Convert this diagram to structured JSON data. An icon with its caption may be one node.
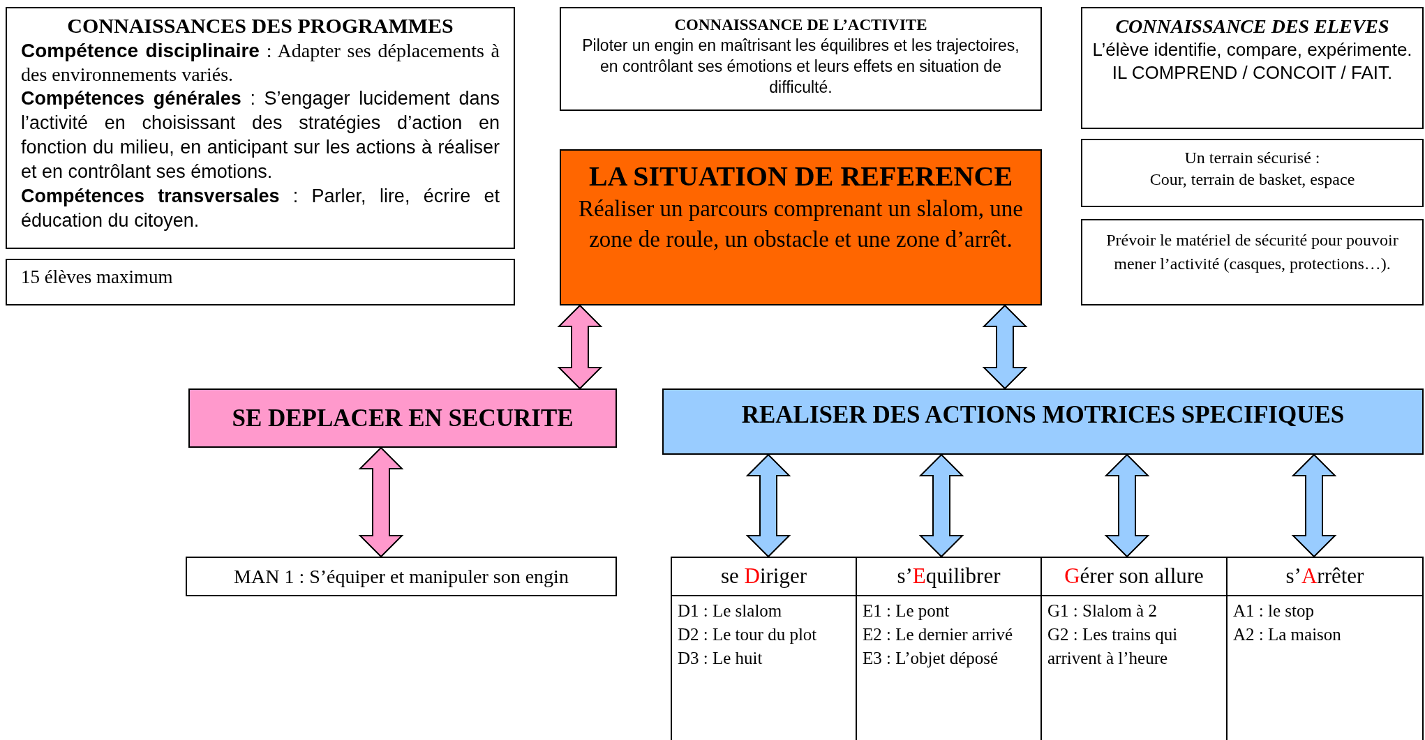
{
  "diagram": {
    "nodes": [
      {
        "text": [
          "CONNAISSANCES DES PROGRAMMES",
          "**Compétence disciplinaire** : Adapter ses déplacements à des environnements variés.",
          "**Compétences générales** : S’engager lucidement dans l’activité en choisissant des stratégies d’action en fonction du milieu, en anticipant sur les actions à réaliser et en contrôlant ses émotions.",
          "**Compétences transversales** : Parler, lire, écrire et éducation du citoyen."
        ]
      },
      {
        "text": [
          "15 élèves maximum"
        ]
      },
      {
        "text": [
          "CONNAISSANCE DE L’ACTIVITE",
          "Piloter un engin en maîtrisant les équilibres et les trajectoires, en contrôlant ses émotions et leurs effets en situation de difficulté."
        ]
      },
      {
        "text": [
          "CONNAISSANCE DES ELEVES",
          "L’élève identifie, compare, expérimente.",
          "IL COMPREND / CONCOIT / FAIT."
        ]
      },
      {
        "text": [
          "LA SITUATION DE REFERENCE",
          "Réaliser un parcours comprenant un slalom, une zone de roule, un obstacle et une zone d’arrêt."
        ]
      },
      {
        "text": [
          "Un terrain sécurisé :",
          "Cour, terrain de basket, espace"
        ]
      },
      {
        "text": [
          "Prévoir le matériel de sécurité pour pouvoir mener l’activité (casques, protections…)."
        ]
      },
      {
        "text": [
          "SE DEPLACER EN SECURITE"
        ]
      },
      {
        "text": [
          "REALISER DES ACTIONS MOTRICES SPECIFIQUES"
        ]
      },
      {
        "text": [
          "MAN 1 : S’équiper et manipuler son engin"
        ]
      },
      {
        "text": [
          "se Diriger"
        ]
      },
      {
        "text": [
          "s’Equilibrer"
        ]
      },
      {
        "text": [
          "Gérer son allure"
        ]
      },
      {
        "text": [
          "s’Arrêter"
        ]
      },
      {
        "text": [
          "D1 : Le slalom",
          "D2 : Le tour du plot",
          "D3 : Le huit"
        ]
      },
      {
        "text": [
          "E1 : Le pont",
          "E2 : Le dernier arrivé",
          "E3 : L’objet déposé"
        ]
      },
      {
        "text": [
          "G1 : Slalom à 2",
          "G2 : Les trains qui arrivent à l’heure"
        ]
      },
      {
        "text": [
          "A1 : le stop",
          "A2 : La maison"
        ]
      }
    ],
    "edges": [
      {
        "from": 4,
        "to": 7,
        "arrow": "both",
        "color": "#ff99cc"
      },
      {
        "from": 4,
        "to": 8,
        "arrow": "both"
      },
      {
        "from": 7,
        "to": 9,
        "arrow": "both",
        "color": "#ff99cc"
      },
      {
        "from": 8,
        "to": 10,
        "arrow": "both"
      },
      {
        "from": 8,
        "to": 11,
        "arrow": "both"
      },
      {
        "from": 8,
        "to": 12,
        "arrow": "both"
      },
      {
        "from": 8,
        "to": 13,
        "arrow": "both"
      }
    ]
  }
}
